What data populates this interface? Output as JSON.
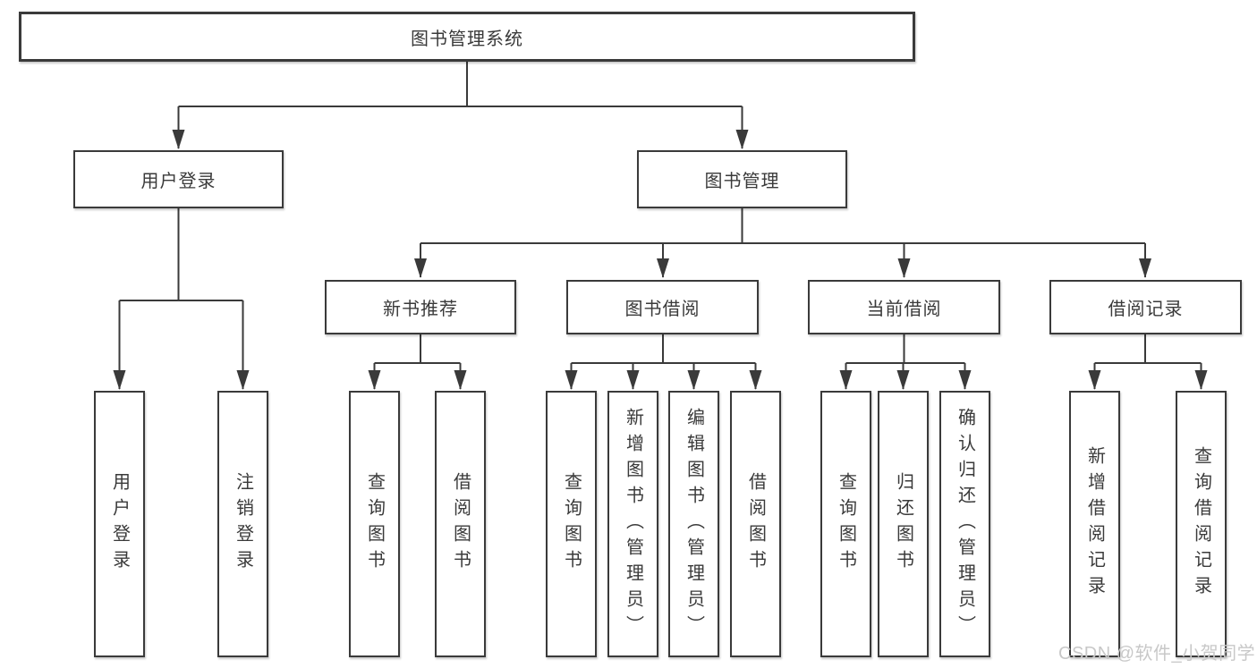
{
  "tree": {
    "label": "图书管理系统",
    "children": [
      {
        "label": "用户登录",
        "children": [
          {
            "label": "用户登录"
          },
          {
            "label": "注销登录"
          }
        ]
      },
      {
        "label": "图书管理",
        "children": [
          {
            "label": "新书推荐",
            "children": [
              {
                "label": "查询图书"
              },
              {
                "label": "借阅图书"
              }
            ]
          },
          {
            "label": "图书借阅",
            "children": [
              {
                "label": "查询图书"
              },
              {
                "label": "新增图书（管理员）"
              },
              {
                "label": "编辑图书（管理员）"
              },
              {
                "label": "借阅图书"
              }
            ]
          },
          {
            "label": "当前借阅",
            "children": [
              {
                "label": "查询图书"
              },
              {
                "label": "归还图书"
              },
              {
                "label": "确认归还（管理员）"
              }
            ]
          },
          {
            "label": "借阅记录",
            "children": [
              {
                "label": "新增借阅记录"
              },
              {
                "label": "查询借阅记录"
              }
            ]
          }
        ]
      }
    ]
  },
  "watermark": {
    "text": "CSDN @软件_小贺同学"
  },
  "colors": {
    "line": "#3a3a3a",
    "box_border": "#3a3a3a",
    "text": "#3a3a3a",
    "watermark": "#c8c8c8",
    "background": "#ffffff"
  }
}
